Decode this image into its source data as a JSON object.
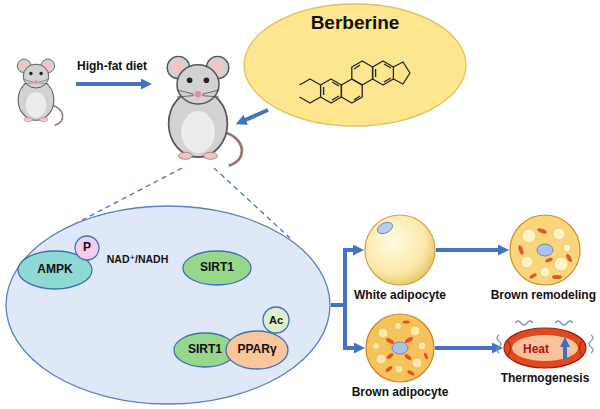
{
  "diagram": {
    "nodes": [
      {
        "text": [
          "Berberine"
        ]
      },
      {
        "text": []
      },
      {
        "text": [
          "AMPK"
        ],
        "in": 1
      },
      {
        "text": [
          "P"
        ],
        "in": 1
      },
      {
        "text": [
          "SIRT1"
        ],
        "in": 1
      },
      {
        "text": [
          "SIRT1"
        ],
        "in": 1
      },
      {
        "text": [
          "PPARγ"
        ],
        "in": 1
      },
      {
        "text": [
          "Ac"
        ],
        "in": 1
      },
      {
        "text": [
          "White adipocyte"
        ]
      },
      {
        "text": [
          "Brown remodeling"
        ]
      },
      {
        "text": [
          "Brown adipocyte"
        ]
      },
      {
        "text": [
          "Heat",
          "Thermogenesis"
        ]
      }
    ],
    "edges": [
      {
        "from": 2,
        "to": 4,
        "arrow": "to",
        "label": "NAD⁺/NADH"
      },
      {
        "from": 4,
        "to": 5,
        "arrow": "to"
      },
      {
        "from": 1,
        "to": 8,
        "arrow": "to"
      },
      {
        "from": 1,
        "to": 10,
        "arrow": "to"
      },
      {
        "from": 8,
        "to": 9,
        "arrow": "to"
      },
      {
        "from": 10,
        "to": 11,
        "arrow": "to"
      }
    ],
    "labels": [
      "High-fat diet"
    ]
  }
}
